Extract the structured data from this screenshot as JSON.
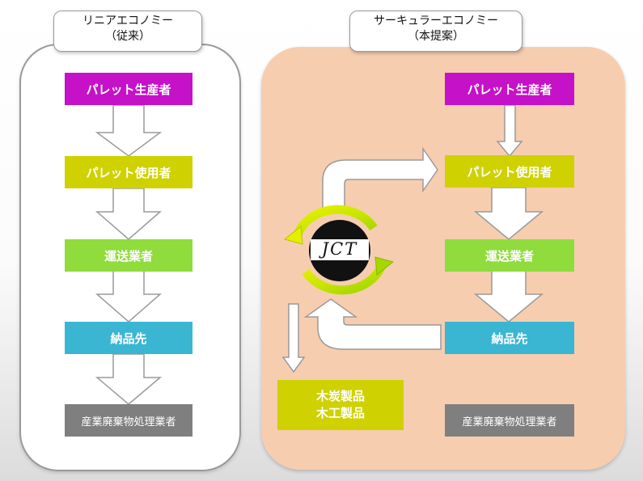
{
  "left": {
    "title_line1": "リニアエコノミー",
    "title_line2": "（従来）",
    "steps": [
      "パレット生産者",
      "パレット使用者",
      "運送業者",
      "納品先",
      "産業廃棄物処理業者"
    ]
  },
  "right": {
    "title_line1": "サーキュラーエコノミー",
    "title_line2": "（本提案）",
    "steps": [
      "パレット生産者",
      "パレット使用者",
      "運送業者",
      "納品先",
      "産業廃棄物処理業者"
    ],
    "logo_text": "JCT",
    "product_line1": "木炭製品",
    "product_line2": "木工製品"
  },
  "colors": {
    "producer": "#c511c8",
    "user": "#cfd100",
    "transport": "#8fdc3c",
    "delivery": "#3ab6d3",
    "waste": "#7f7f7f",
    "panel_right": "#f7cdb0"
  }
}
